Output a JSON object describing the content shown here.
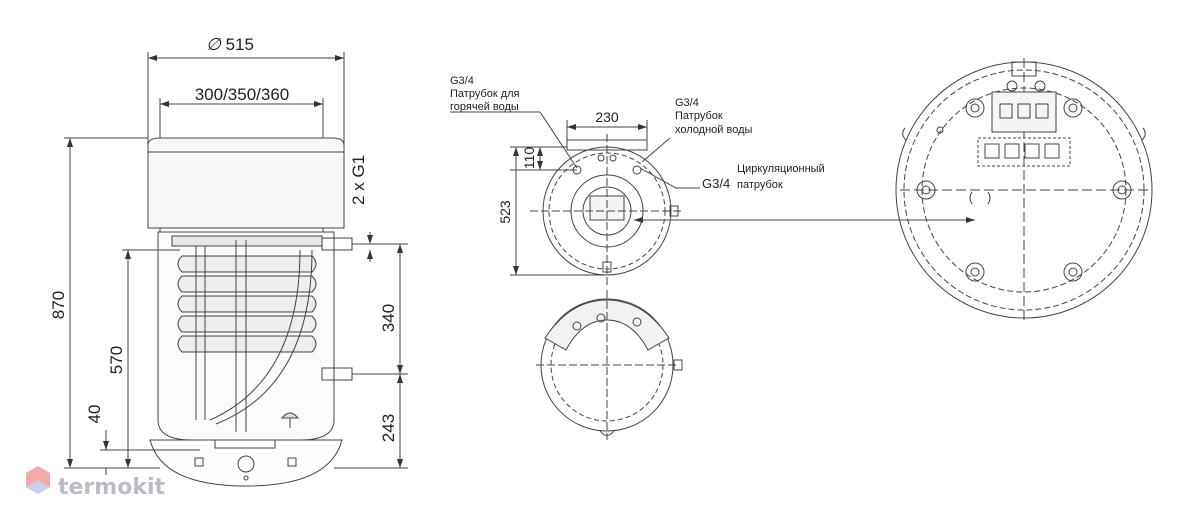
{
  "dimensions": {
    "diameter": "515",
    "coil_width": "300/350/360",
    "height_total": "870",
    "height_coil": "570",
    "height_bottom": "40",
    "pipe_upper": "340",
    "pipe_lower": "243",
    "connections": "2 x G1",
    "top_width": "230",
    "top_offset": "110",
    "top_depth": "523"
  },
  "labels": {
    "hot_line1": "G3/4",
    "hot_line2": "Патрубок для",
    "hot_line3": "горячей воды",
    "cold_line1": "G3/4",
    "cold_line2": "Патрубок",
    "cold_line3": "холодной воды",
    "circ_size": "G3/4",
    "circ_line1": "Циркуляционный",
    "circ_line2": "патрубок"
  },
  "logo": {
    "text": "termokit",
    "color": "#b9bcc4"
  }
}
